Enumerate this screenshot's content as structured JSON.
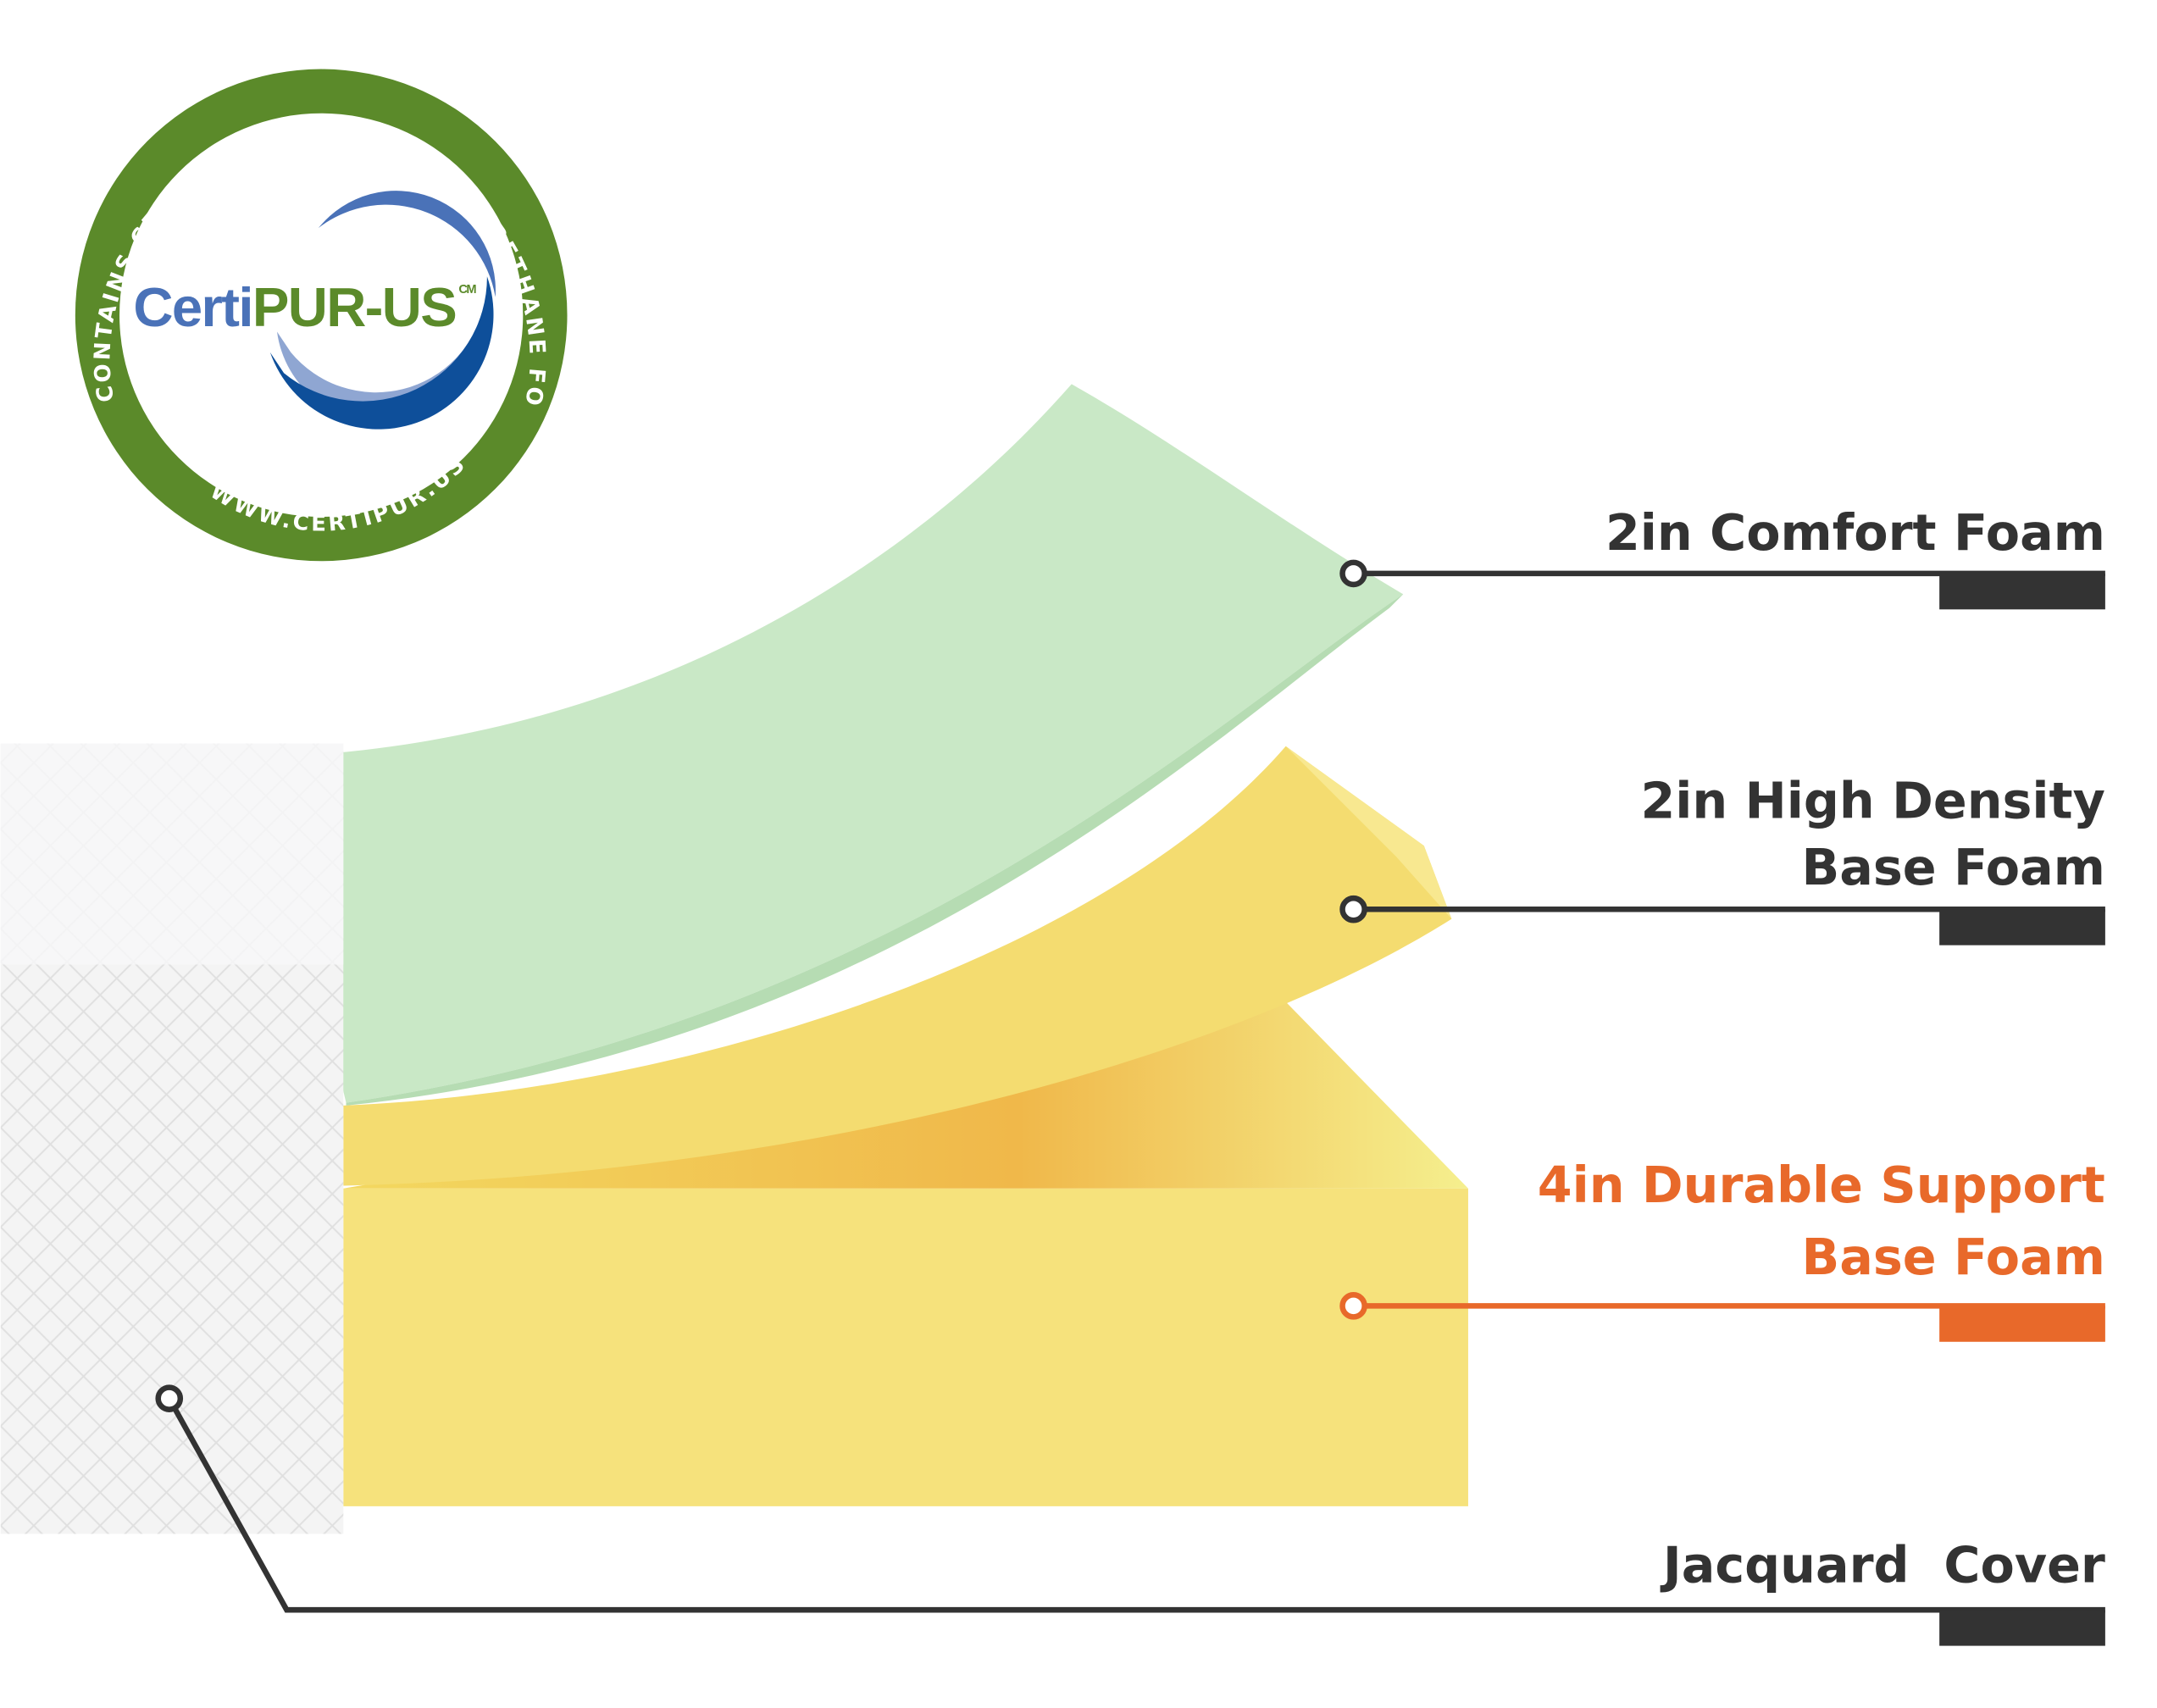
{
  "logo": {
    "brand_certi": "Certi",
    "brand_pur": "PUR-US",
    "mark": "CM",
    "ring_text": "CONTAINS CERTIFIED FLEXIBLE POLYURETHANE FOAM",
    "url": "WWW.CERTIPUR.US",
    "colors": {
      "green": "#5b8a2a",
      "blue": "#4a72b8",
      "dark_blue": "#0e4f9a",
      "light_blue": "#8fa6d2"
    }
  },
  "layers": [
    {
      "lines": [
        "2in Comfort Foam"
      ],
      "color": "#333333"
    },
    {
      "lines": [
        "2in High Density",
        "Base Foam"
      ],
      "color": "#333333"
    },
    {
      "lines": [
        "4in Durable Support",
        "Base Foam"
      ],
      "color": "#e8692a"
    },
    {
      "lines": [
        "Jacquard  Cover"
      ],
      "color": "#333333"
    }
  ],
  "colors": {
    "comfort_foam": "#c9e8c6",
    "base_foam": "#f5e27a",
    "cover": "#f2f2f2",
    "accent": "#e8692a",
    "ink": "#333333"
  }
}
